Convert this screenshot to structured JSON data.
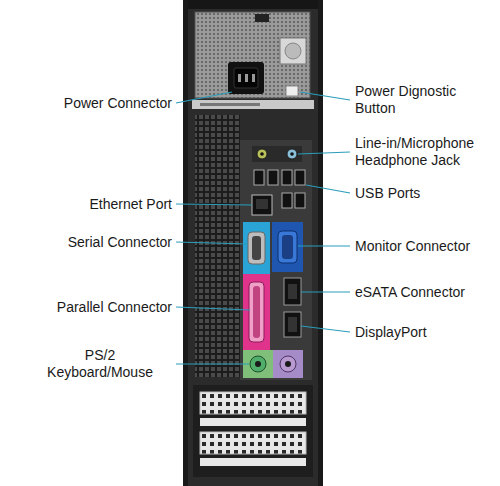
{
  "diagram": {
    "labels": [
      "Power Connector",
      "Power Dignostic Button",
      "Line-in/Microphone Headphone Jack",
      "USB Ports",
      "Ethernet Port",
      "Serial Connector",
      "Monitor Connector",
      "eSATA Connector",
      "Parallel Connector",
      "DisplayPort",
      "PS/2 Keyboard/Mouse"
    ]
  }
}
